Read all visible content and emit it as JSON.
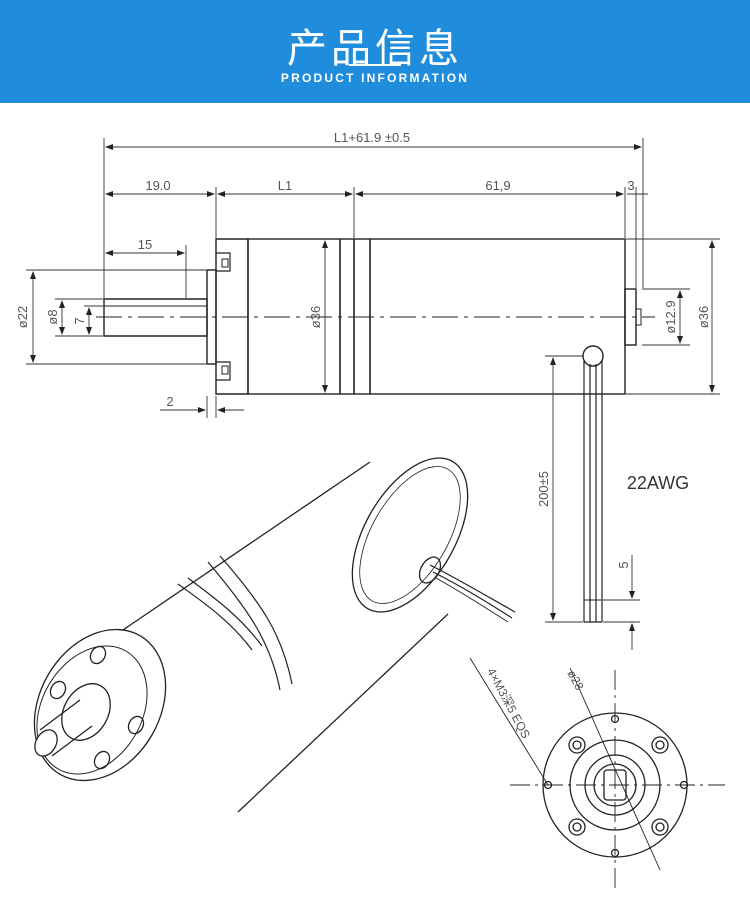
{
  "header": {
    "title": "产品信息",
    "subtitle": "PRODUCT INFORMATION",
    "bg_color": "#1f8ddb"
  },
  "dimensions": {
    "total_length": "L1+61.9  ±0.5",
    "front_length": "19.0",
    "gearbox_length": "L1",
    "motor_length": "61,9",
    "rear_length": "3",
    "shaft_length": "15",
    "flange_thickness": "2",
    "pilot_diameter": "ø22",
    "shaft_diameter": "ø8",
    "shaft_flat": "7",
    "gearbox_diameter": "ø36",
    "rear_boss_diameter": "ø12.9",
    "motor_diameter": "ø36",
    "lead_length": "200±5",
    "strip_length": "5",
    "wire_gauge": "22AWG",
    "mount_holes": "4×M3深5 EQS",
    "pcd": "ø28"
  }
}
